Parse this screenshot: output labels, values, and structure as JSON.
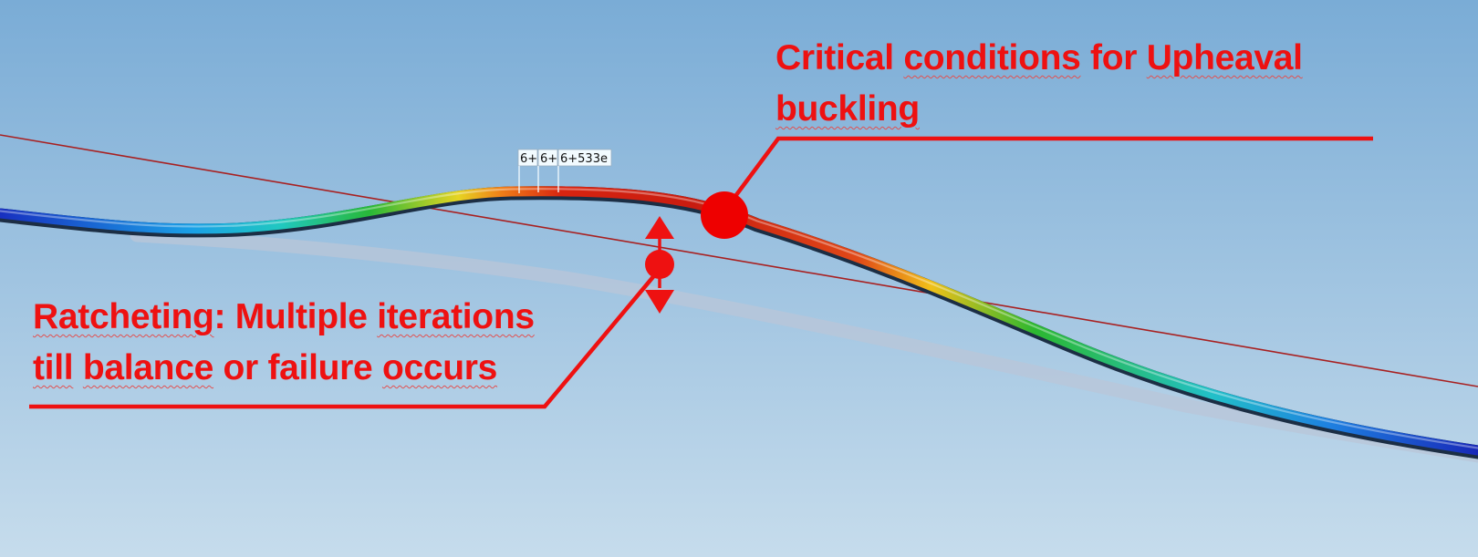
{
  "callouts": {
    "critical": {
      "line1_before": "Critical ",
      "line1_w1": "conditions",
      "line1_mid": " for ",
      "line1_w2": "Upheaval",
      "line2": "buckling"
    },
    "ratcheting": {
      "line1_w1": "Ratcheting",
      "line1_mid": ": Multiple ",
      "line1_w2": "iterations",
      "line2_w1": "till",
      "line2_sp": " ",
      "line2_w2": "balance",
      "line2_mid": " or failure ",
      "line2_w3": "occurs"
    }
  },
  "node_labels": {
    "label_1": "6+",
    "label_2": "6+",
    "label_3": "6+533e"
  },
  "colors": {
    "annotation": "#ee1111",
    "reference_line": "#a82020",
    "sky_top": "#7aacd6",
    "sky_bottom": "#c6dcec",
    "ghost_pipe": "#b9c6d8"
  },
  "pipe_gradient": [
    "#1830c0",
    "#1aa0e6",
    "#20c8c0",
    "#28b838",
    "#e6d422",
    "#f07c18",
    "#d82410",
    "#c81c10",
    "#e04818",
    "#f0c018",
    "#2cb830",
    "#22c0c8",
    "#1e80e0",
    "#1828b8"
  ]
}
